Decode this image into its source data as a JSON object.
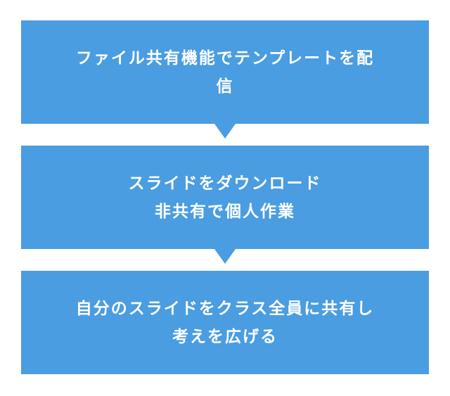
{
  "steps": [
    {
      "lines": [
        "ファイル共有機能でテンプレートを配",
        "信"
      ]
    },
    {
      "lines": [
        "スライドをダウンロード",
        "非共有で個人作業"
      ]
    },
    {
      "lines": [
        "自分のスライドをクラス全員に共有し",
        "考えを広げる"
      ]
    }
  ],
  "colors": {
    "box": "#4a9de0",
    "text": "#ffffff"
  }
}
